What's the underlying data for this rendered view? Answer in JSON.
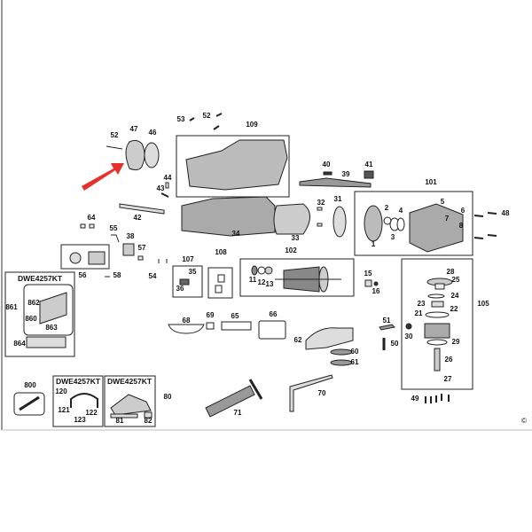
{
  "diagram": {
    "kit_title": "DWE4257KT",
    "copyright": "©",
    "callouts": [
      "52",
      "47",
      "46",
      "53",
      "52",
      "109",
      "44",
      "43",
      "42",
      "64",
      "55",
      "38",
      "57",
      "56",
      "58",
      "54",
      "107",
      "35",
      "36",
      "108",
      "102",
      "11",
      "12",
      "13",
      "40",
      "39",
      "41",
      "101",
      "32",
      "31",
      "33",
      "34",
      "2",
      "4",
      "1",
      "3",
      "5",
      "6",
      "7",
      "8",
      "48",
      "15",
      "16",
      "28",
      "25",
      "24",
      "23",
      "22",
      "21",
      "30",
      "29",
      "26",
      "27",
      "105",
      "51",
      "50",
      "62",
      "60",
      "61",
      "66",
      "65",
      "69",
      "68",
      "70",
      "71",
      "49",
      "800",
      "861",
      "862",
      "860",
      "863",
      "864",
      "120",
      "121",
      "122",
      "123",
      "80",
      "81",
      "82"
    ],
    "highlight_arrow_color": "#e8302a"
  }
}
